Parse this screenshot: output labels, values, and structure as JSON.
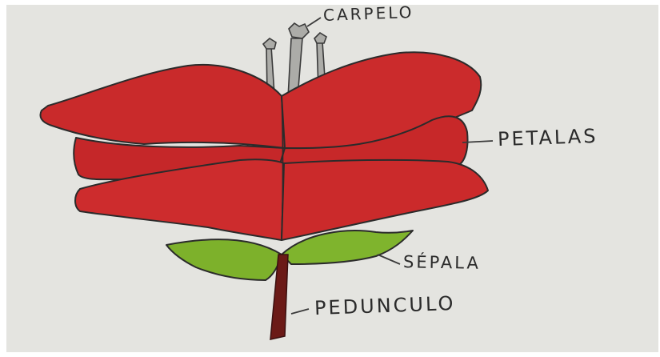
{
  "labels": {
    "carpelo": "CARPELO",
    "petalas": "PETALAS",
    "sepala": "SÉPALA",
    "pedunculo": "PEDUNCULO"
  },
  "colors": {
    "paper": "#e4e4e0",
    "petal_red": "#cc2a2a",
    "petal_dark": "#b51f22",
    "sepal_green": "#7fb22c",
    "sepal_dark": "#5f9a1e",
    "stem": "#6b1a17",
    "outline": "#2b2b2b",
    "carpel_grey": "#a8a8a4"
  }
}
